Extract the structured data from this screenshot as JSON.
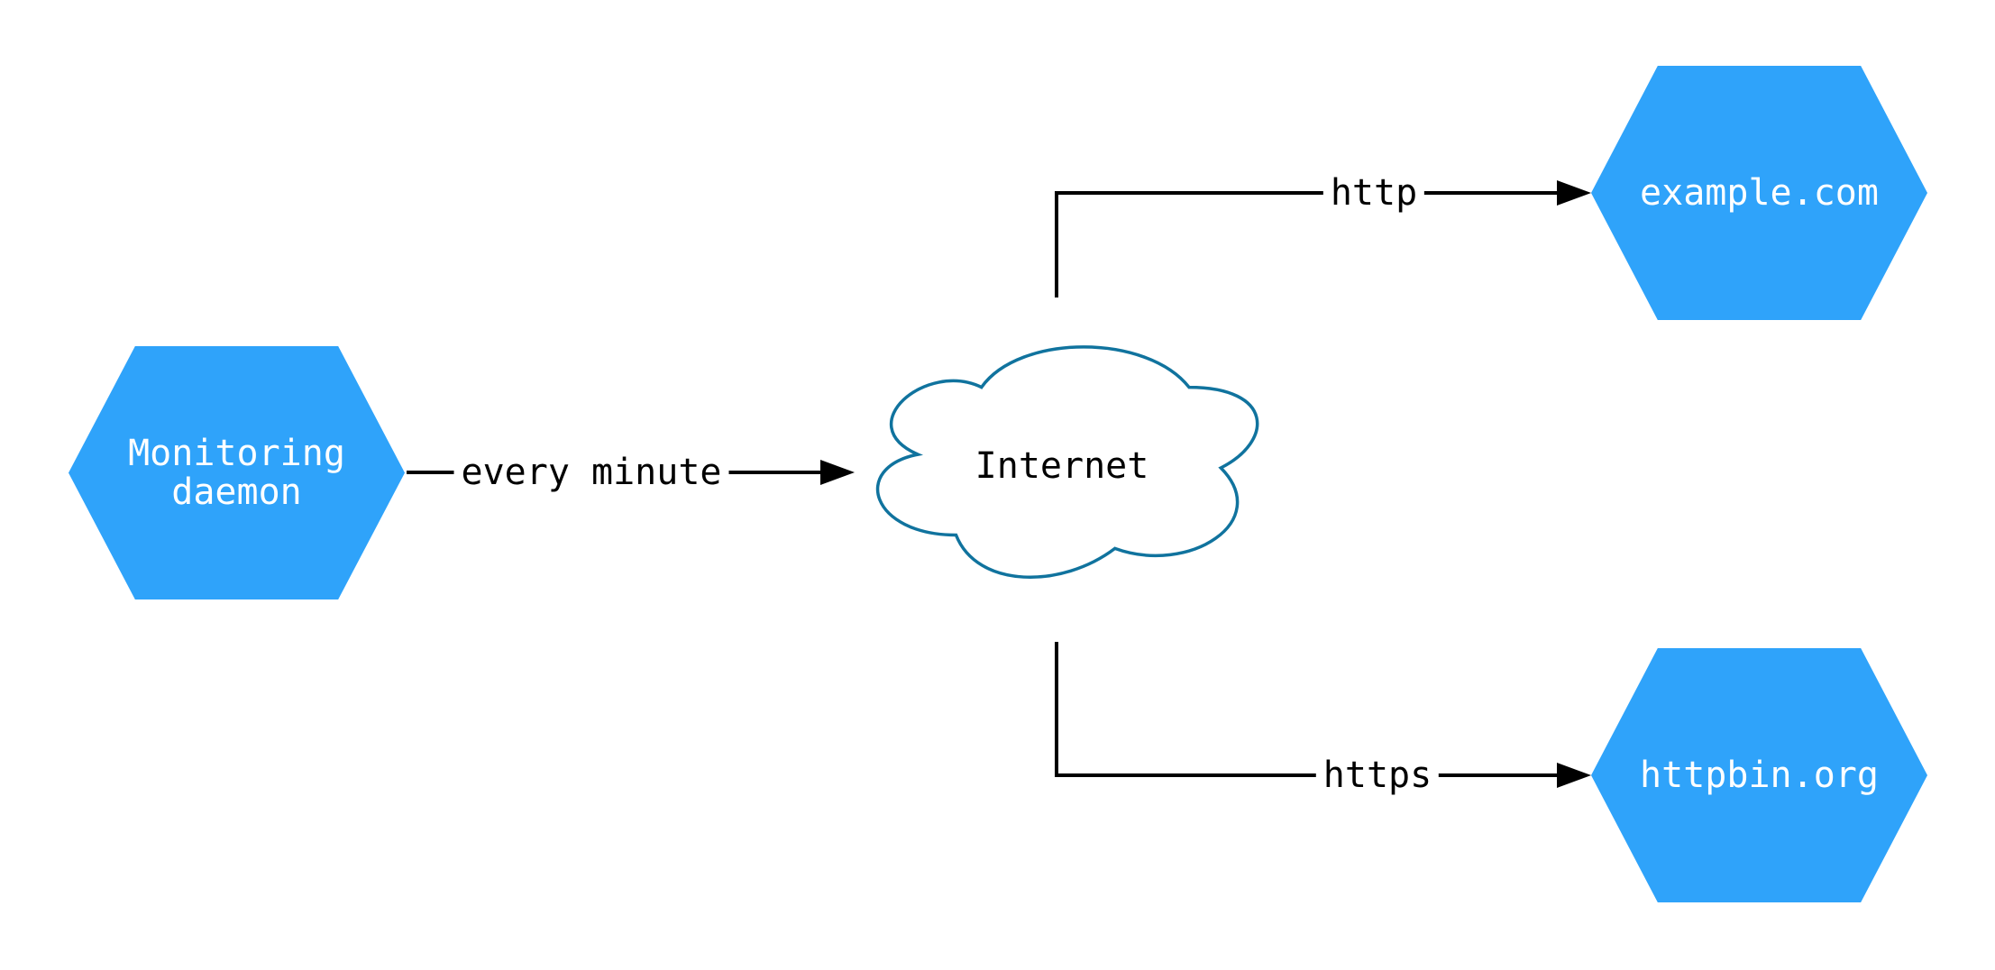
{
  "diagram": {
    "nodes": {
      "monitoring": {
        "label": "Monitoring daemon",
        "shape": "hexagon"
      },
      "internet": {
        "label": "Internet",
        "shape": "cloud"
      },
      "example": {
        "label": "example.com",
        "shape": "hexagon"
      },
      "httpbin": {
        "label": "httpbin.org",
        "shape": "hexagon"
      }
    },
    "edges": {
      "monitoring_to_internet": {
        "from": "Monitoring daemon",
        "to": "Internet",
        "label": "every minute"
      },
      "internet_to_example": {
        "from": "Internet",
        "to": "example.com",
        "label": "http"
      },
      "internet_to_httpbin": {
        "from": "Internet",
        "to": "httpbin.org",
        "label": "https"
      }
    },
    "colors": {
      "hexagon_fill": "#2FA3FA",
      "hexagon_text": "#FFFFFF",
      "cloud_stroke": "#10739E",
      "cloud_fill": "#FFFFFF",
      "edge_line": "#000000",
      "edge_label_text": "#000000",
      "background": "#FFFFFF"
    }
  }
}
